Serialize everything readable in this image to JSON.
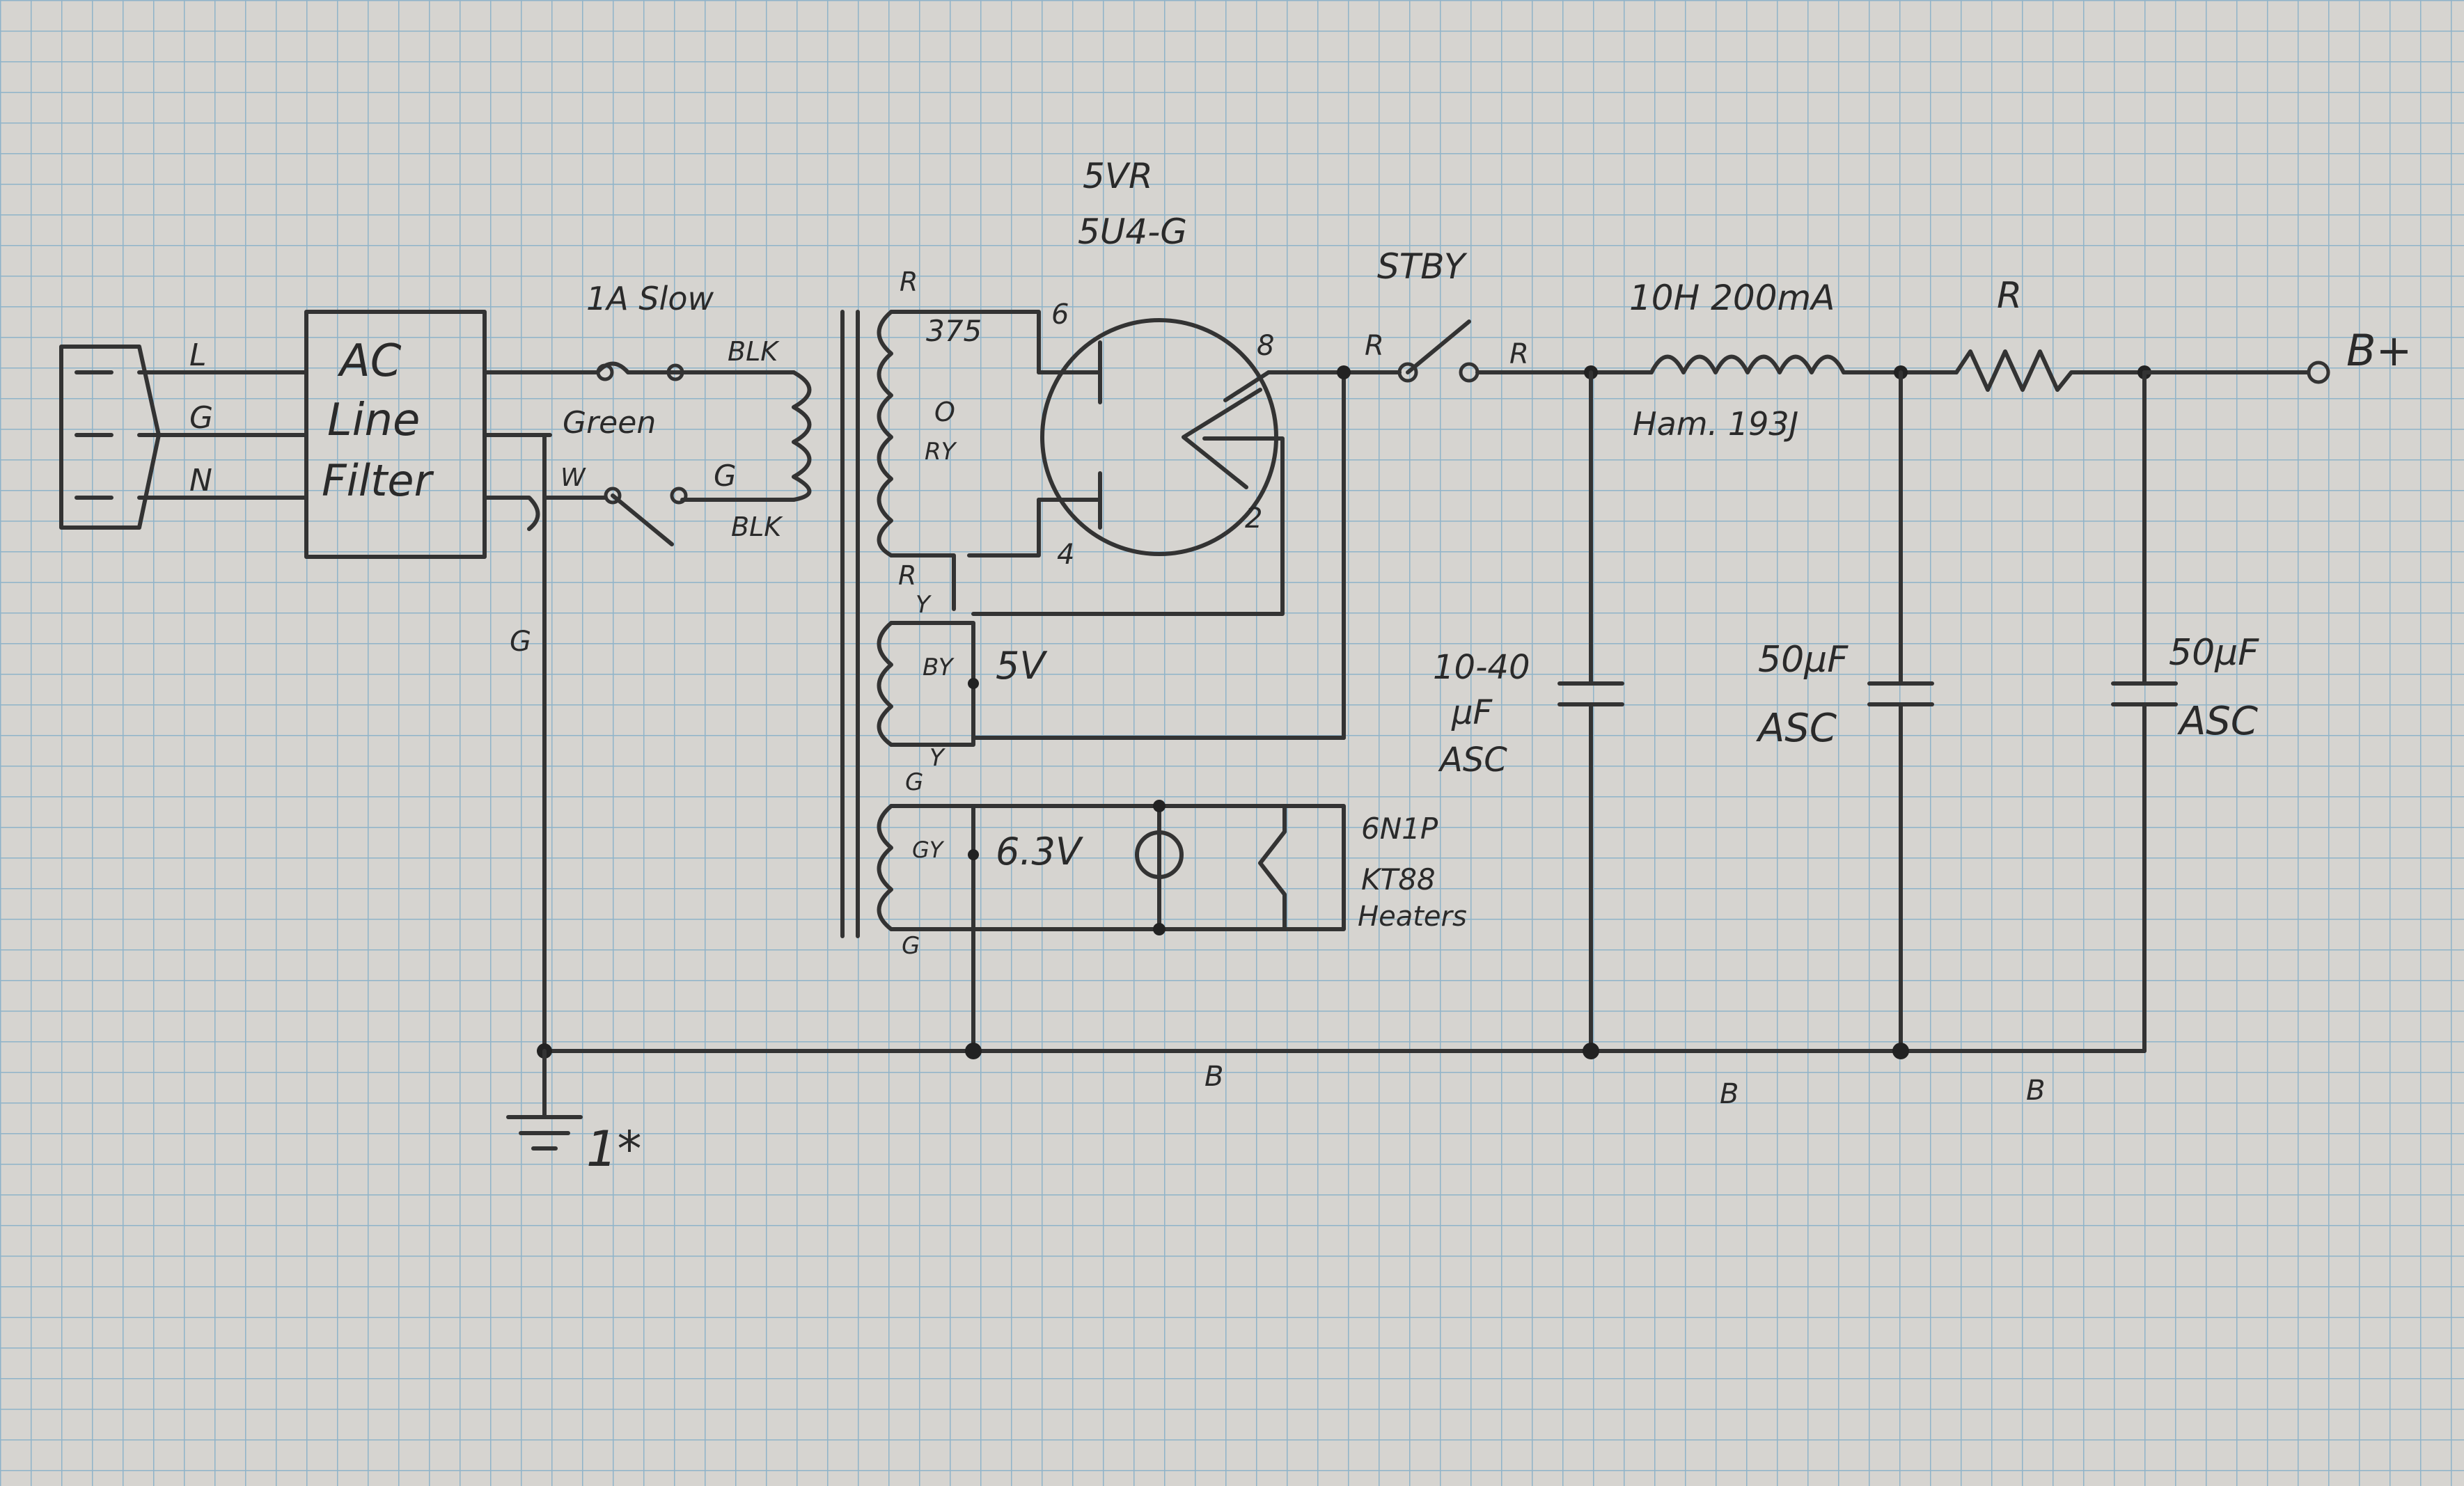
{
  "colors": {
    "paper": "#d6d4d0",
    "grid": "#8fb3c9",
    "pencil": "#333333"
  },
  "plug": {
    "pins": [
      "L",
      "G",
      "N"
    ]
  },
  "filter": {
    "line1": "AC",
    "line2": "Line",
    "line3": "Filter"
  },
  "fuse": {
    "label": "1A Slow"
  },
  "switch_wires": {
    "green": "Green",
    "white": "W",
    "ground": "G",
    "blk_top": "BLK",
    "blk_bottom": "BLK"
  },
  "ground_wire": {
    "label": "G"
  },
  "transformer": {
    "hv_top": "R",
    "hv_volts": "375",
    "hv_center": "O",
    "hv_ct": "RY",
    "hv_bottom": "R",
    "y1": "Y",
    "by": "BY",
    "v5": "5V",
    "y2": "Y",
    "g1": "G",
    "gy": "GY",
    "v63": "6.3V",
    "g2": "G"
  },
  "rectifier": {
    "name1": "5VR",
    "name2": "5U4-G",
    "pin6": "6",
    "pin8": "8",
    "pin2": "2",
    "pin4": "4"
  },
  "standby": {
    "label": "STBY",
    "left": "R",
    "right": "R"
  },
  "choke": {
    "rating": "10H 200mA",
    "model": "Ham. 193J"
  },
  "resistor": {
    "label": "R"
  },
  "output": {
    "label": "B+"
  },
  "heaters": {
    "line1": "6N1P",
    "line2": "KT88",
    "line3": "Heaters"
  },
  "cap1": {
    "line1": "10-40",
    "line2": "μF",
    "line3": "ASC"
  },
  "cap2": {
    "line1": "50μF",
    "line2": "ASC"
  },
  "cap3": {
    "line1": "50μF",
    "line2": "ASC"
  },
  "bus": {
    "b1": "B",
    "b2": "B",
    "b3": "B"
  },
  "ground": {
    "note": "1*"
  }
}
